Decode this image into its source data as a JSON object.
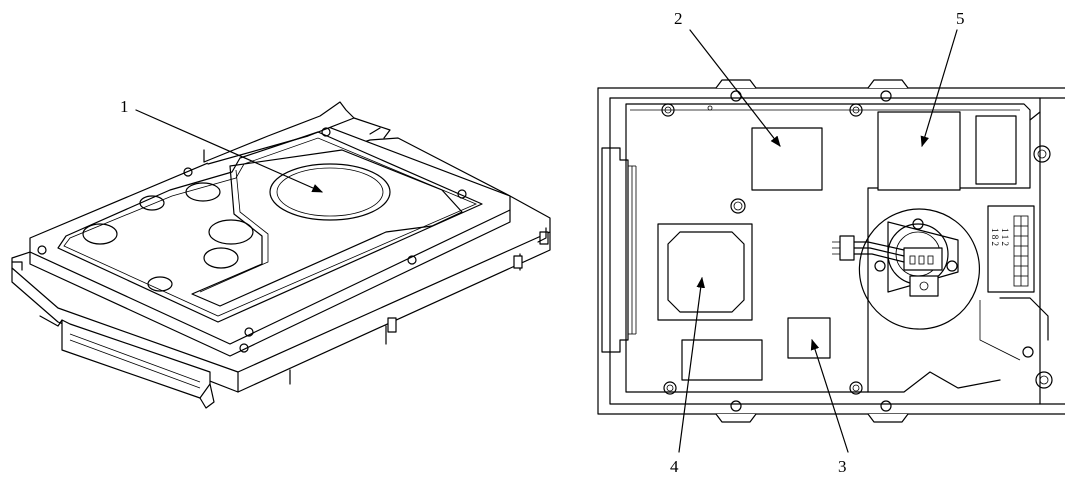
{
  "callouts": [
    {
      "id": "1",
      "label": "1"
    },
    {
      "id": "2",
      "label": "2"
    },
    {
      "id": "3",
      "label": "3"
    },
    {
      "id": "4",
      "label": "4"
    },
    {
      "id": "5",
      "label": "5"
    }
  ],
  "pcb_marks": {
    "row_a": "1 1 2",
    "row_b": "1 8 2"
  }
}
